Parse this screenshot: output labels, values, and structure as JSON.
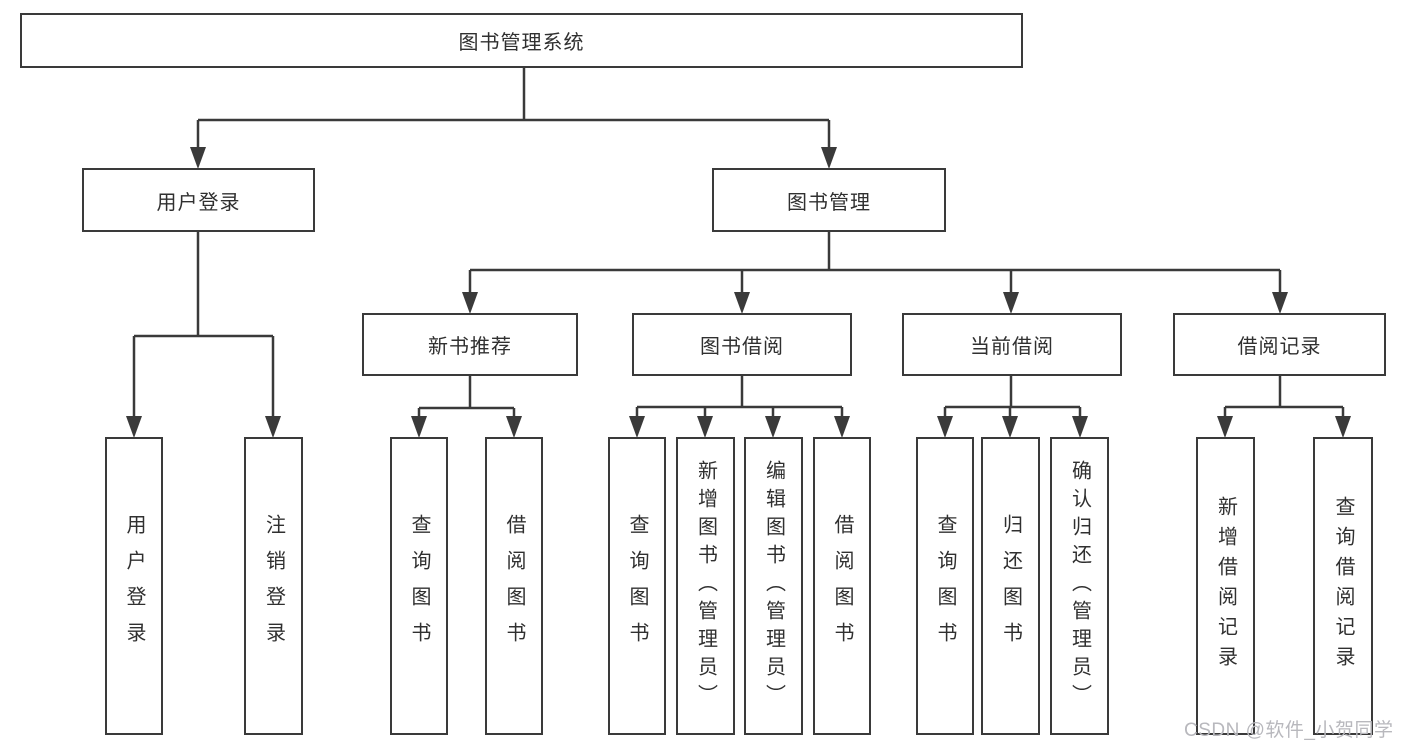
{
  "diagram": {
    "type": "tree-hierarchy",
    "background_color": "#ffffff",
    "line_color": "#3a3a3a",
    "box_border_color": "#3a3a3a",
    "text_color": "#303030",
    "tree": {
      "label": "图书管理系统",
      "children": [
        {
          "label": "用户登录",
          "children": [
            {
              "label": "用户登录"
            },
            {
              "label": "注销登录"
            }
          ]
        },
        {
          "label": "图书管理",
          "children": [
            {
              "label": "新书推荐",
              "children": [
                {
                  "label": "查询图书"
                },
                {
                  "label": "借阅图书"
                }
              ]
            },
            {
              "label": "图书借阅",
              "children": [
                {
                  "label": "查询图书"
                },
                {
                  "label": "新增图书（管理员）"
                },
                {
                  "label": "编辑图书（管理员）"
                },
                {
                  "label": "借阅图书"
                }
              ]
            },
            {
              "label": "当前借阅",
              "children": [
                {
                  "label": "查询图书"
                },
                {
                  "label": "归还图书"
                },
                {
                  "label": "确认归还（管理员）"
                }
              ]
            },
            {
              "label": "借阅记录",
              "children": [
                {
                  "label": "新增借阅记录"
                },
                {
                  "label": "查询借阅记录"
                }
              ]
            }
          ]
        }
      ]
    }
  },
  "watermark": {
    "text": "CSDN @软件_小贺同学",
    "color": "#b8b8bd"
  }
}
